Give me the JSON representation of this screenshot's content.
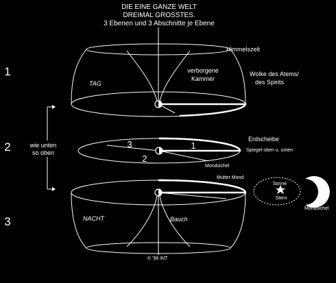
{
  "title": {
    "line1": "DIE EINE GANZE WELT",
    "line2": "DREIMAL GROSSTES.",
    "line3": "3 Ebenen und 3 Abschnitte je Ebene"
  },
  "levels": [
    "1",
    "2",
    "3"
  ],
  "side_label": [
    "wie unten",
    "so oben"
  ],
  "top": {
    "himmelszelt": "Himmelszelt",
    "tag": "TAG",
    "chamber": [
      "verborgene",
      "Kammer"
    ],
    "cloud": [
      "Wolke des Atems/",
      "des Spirits"
    ]
  },
  "middle": {
    "erdscheibe": "Erdscheibe",
    "spiegel": "Spiegel oben u. unten",
    "section_3": "3",
    "section_2": "2",
    "section_1": "1",
    "mondsichel": "Mondsichel"
  },
  "bottom": {
    "mutter_mond": "Mutter Mond",
    "nacht": "NACHT",
    "bauch": "Bauch",
    "copyright": "© '96 INT"
  },
  "emblem": {
    "sonne": "Sonne",
    "stern": "Stern",
    "mondsichel": "Mondsichel"
  }
}
